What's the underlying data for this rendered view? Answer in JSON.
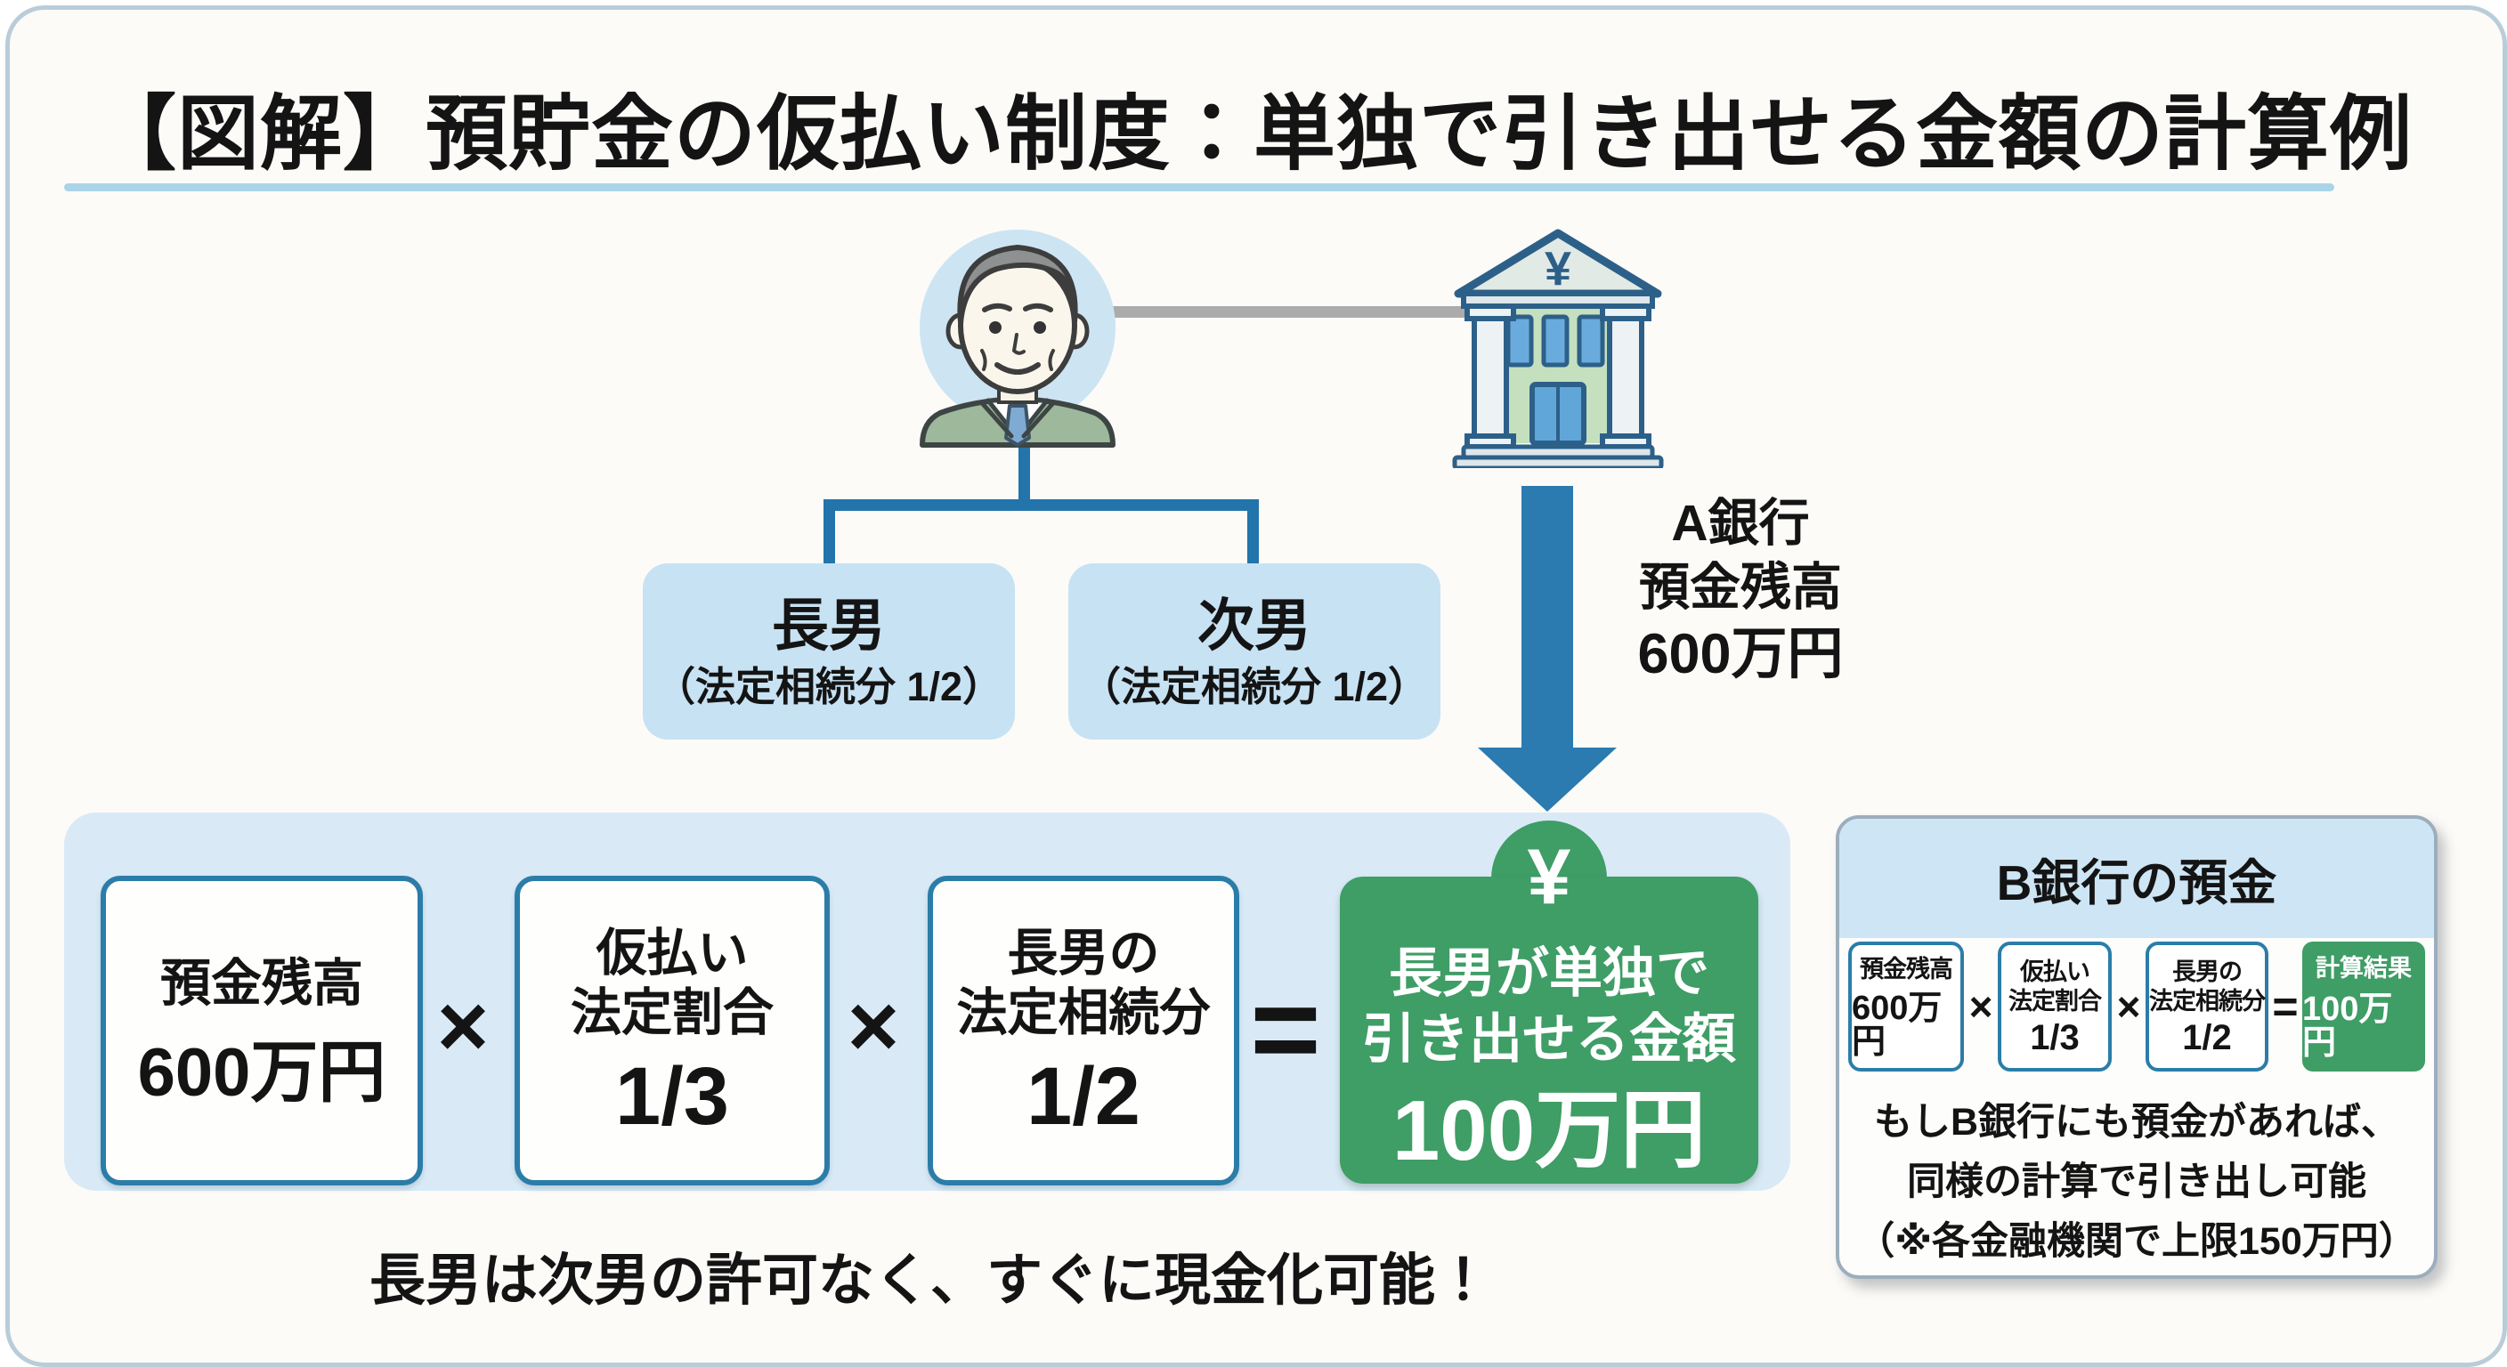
{
  "title": "【図解】預貯金の仮払い制度：単独で引き出せる金額の計算例",
  "family": {
    "son1": {
      "name": "長男",
      "share": "（法定相続分 1/2）"
    },
    "son2": {
      "name": "次男",
      "share": "（法定相続分 1/2）"
    }
  },
  "bank_a": {
    "yen_mark": "¥",
    "l1": "A銀行",
    "l2": "預金残高",
    "l3": "600万円"
  },
  "calc": {
    "balance": {
      "l1": "預金残高",
      "l2": "600万円"
    },
    "times": "×",
    "ratio": {
      "l1": "仮払い",
      "l2": "法定割合",
      "value": "1/3"
    },
    "share": {
      "l1": "長男の",
      "l2": "法定相続分",
      "value": "1/2"
    },
    "equals": "=",
    "result": {
      "yen_mark": "¥",
      "l1": "長男が単独で",
      "l2": "引き出せる金額",
      "value": "100万円"
    }
  },
  "caption": "長男は次男の許可なく、すぐに現金化可能！",
  "bank_b": {
    "title": "B銀行の預金",
    "balance": {
      "l1": "預金残高",
      "l2": "600万円"
    },
    "times": "×",
    "ratio": {
      "l1": "仮払い",
      "l2": "法定割合",
      "value": "1/3"
    },
    "share": {
      "l1": "長男の",
      "l2": "法定相続分",
      "value": "1/2"
    },
    "equals": "=",
    "result": {
      "label": "計算結果",
      "value": "100万円"
    },
    "note1": "もしB銀行にも預金があれば、",
    "note2": "同様の計算で引き出し可能",
    "note3": "（※各金融機関で上限150万円）"
  },
  "colors": {
    "accent_blue": "#2b7ab0",
    "box_border_blue": "#2b7da8",
    "panel_light_blue": "#d9eaf6",
    "son_box_blue": "#c7e2f3",
    "header_blue": "#cde5f4",
    "result_green": "#3f9d66",
    "underline_blue": "#aad4e8"
  }
}
